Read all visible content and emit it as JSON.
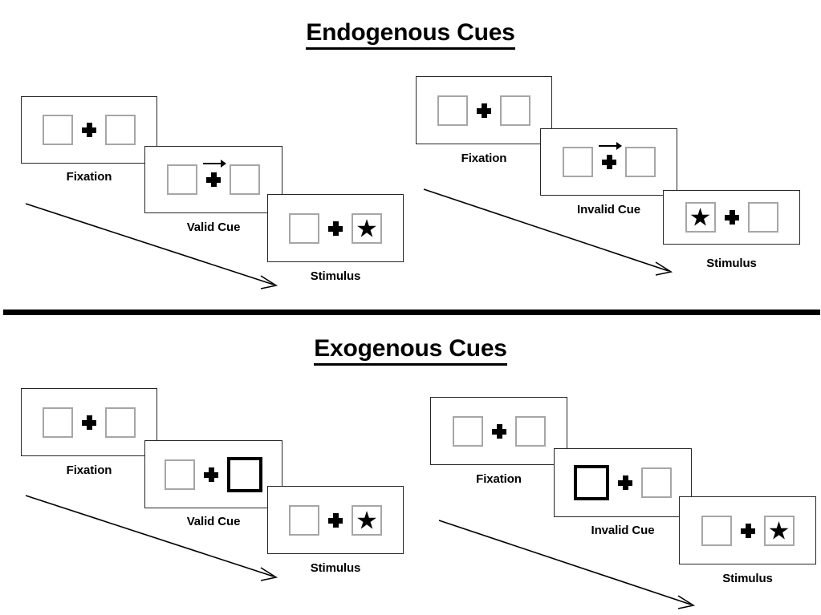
{
  "figure": {
    "title_top": "Endogenous Cues",
    "title_bottom": "Exogenous Cues"
  },
  "colors": {
    "panel_border": "#262626",
    "box_border_thin": "#a6a6a6",
    "box_border_thick": "#000000",
    "fixation_cross": "#000000",
    "stimulus": "#000000",
    "divider": "#000000",
    "background": "#ffffff"
  },
  "icons": {
    "fixation_cross": "plus-cross-icon",
    "cue_arrow": "arrow-right-icon",
    "stimulus_target": "star-icon",
    "flow": "diagonal-arrow-icon"
  },
  "sections": [
    {
      "id": "endogenous",
      "title": "Endogenous Cues",
      "sequences": [
        {
          "id": "endogenous-valid",
          "frames": [
            {
              "label": "Fixation",
              "left_box": "plain",
              "right_box": "plain",
              "cue": "none",
              "target": "none"
            },
            {
              "label": "Valid Cue",
              "left_box": "plain",
              "right_box": "plain",
              "cue": "arrow-right",
              "target": "none"
            },
            {
              "label": "Stimulus",
              "left_box": "plain",
              "right_box": "star",
              "cue": "none",
              "target": "right"
            }
          ]
        },
        {
          "id": "endogenous-invalid",
          "frames": [
            {
              "label": "Fixation",
              "left_box": "plain",
              "right_box": "plain",
              "cue": "none",
              "target": "none"
            },
            {
              "label": "Invalid Cue",
              "left_box": "plain",
              "right_box": "plain",
              "cue": "arrow-right",
              "target": "none"
            },
            {
              "label": "Stimulus",
              "left_box": "star",
              "right_box": "plain",
              "cue": "none",
              "target": "left"
            }
          ]
        }
      ]
    },
    {
      "id": "exogenous",
      "title": "Exogenous Cues",
      "sequences": [
        {
          "id": "exogenous-valid",
          "frames": [
            {
              "label": "Fixation",
              "left_box": "plain",
              "right_box": "plain",
              "cue": "none",
              "target": "none"
            },
            {
              "label": "Valid Cue",
              "left_box": "plain",
              "right_box": "highlight",
              "cue": "box-flash-right",
              "target": "none"
            },
            {
              "label": "Stimulus",
              "left_box": "plain",
              "right_box": "star",
              "cue": "none",
              "target": "right"
            }
          ]
        },
        {
          "id": "exogenous-invalid",
          "frames": [
            {
              "label": "Fixation",
              "left_box": "plain",
              "right_box": "plain",
              "cue": "none",
              "target": "none"
            },
            {
              "label": "Invalid Cue",
              "left_box": "highlight",
              "right_box": "plain",
              "cue": "box-flash-left",
              "target": "none"
            },
            {
              "label": "Stimulus",
              "left_box": "plain",
              "right_box": "star",
              "cue": "none",
              "target": "right"
            }
          ]
        }
      ]
    }
  ],
  "labels": {
    "fixation": "Fixation",
    "valid_cue": "Valid Cue",
    "invalid_cue": "Invalid Cue",
    "stimulus": "Stimulus"
  }
}
